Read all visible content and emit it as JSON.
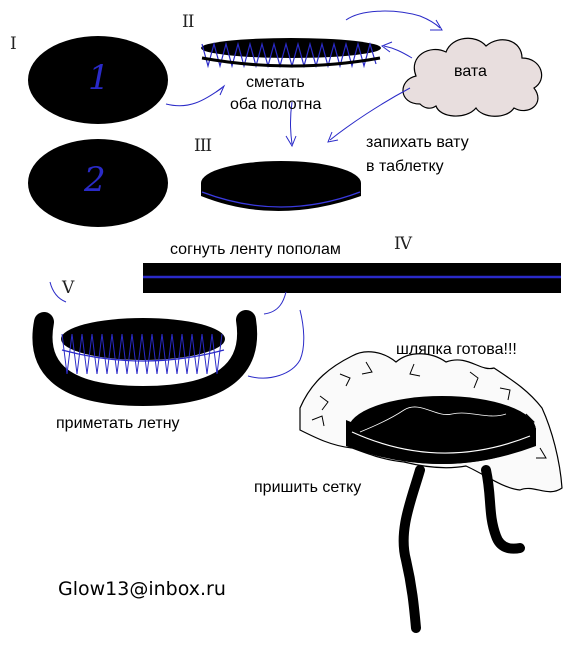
{
  "steps": {
    "s1": "I",
    "s2": "II",
    "s3": "III",
    "s4": "IV",
    "s5": "V"
  },
  "digits": {
    "one": "1",
    "two": "2"
  },
  "labels": {
    "baste_line1": "сметать",
    "baste_line2": "оба полотна",
    "wadding": "вата",
    "stuff_line1": "запихать вату",
    "stuff_line2": "в таблетку",
    "fold_tape": "согнуть ленту пополам",
    "baste_tape": "приметать летну",
    "hat_ready": "шляпка готова!!!",
    "sew_mesh": "пришить сетку"
  },
  "author_email": "Glow13@inbox.ru",
  "colors": {
    "ink": "#000000",
    "stitch": "#2a2ac8",
    "cloud": "#e8dede"
  }
}
